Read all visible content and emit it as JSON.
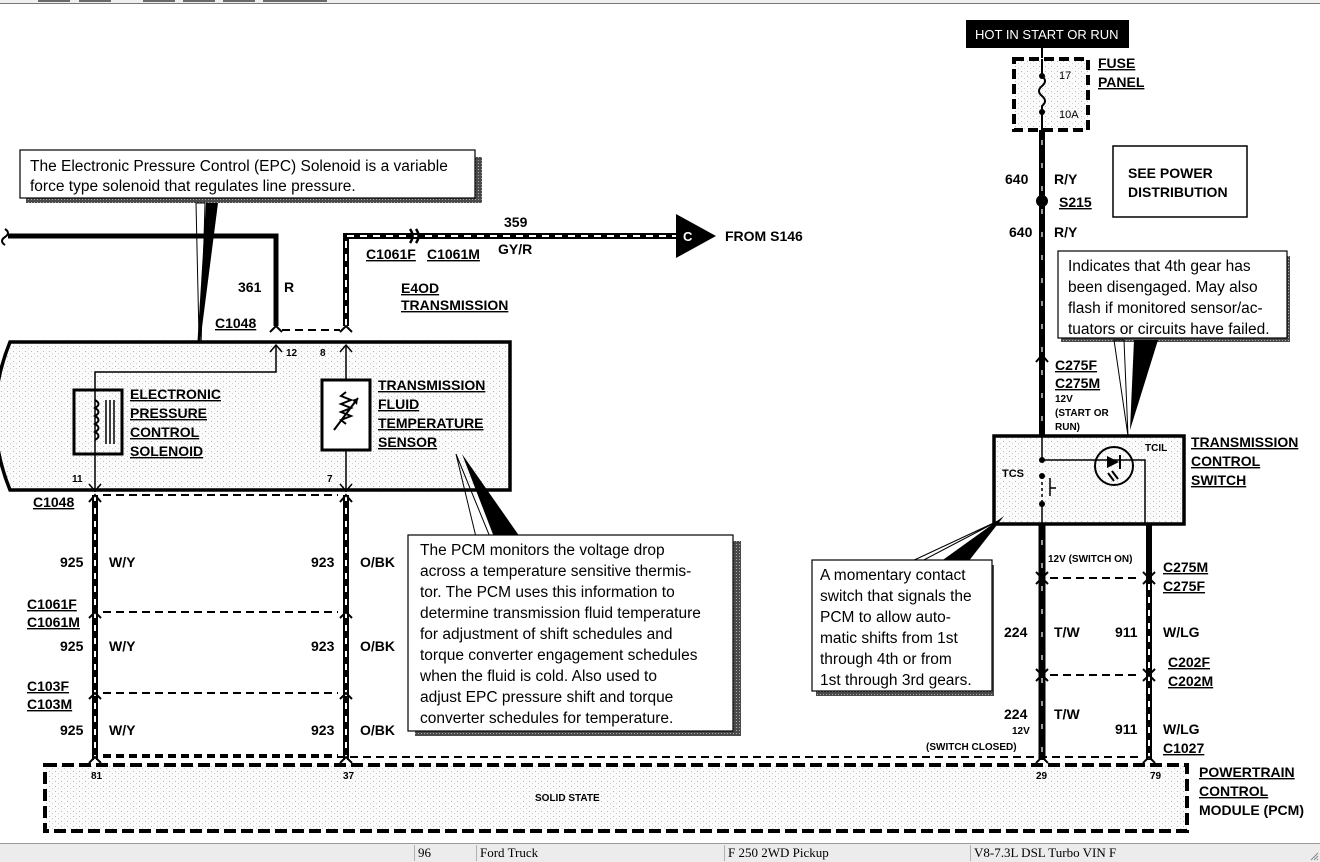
{
  "window": {
    "type": "wiring-diagram-viewer"
  },
  "diagram": {
    "top_left": {
      "callout_epc": "The Electronic Pressure Control (EPC) Solenoid is a variable force type solenoid that regulates line pressure.",
      "callout_epc_lines": [
        "The Electronic Pressure Control (EPC) Solenoid is a variable",
        "force type solenoid that regulates line pressure."
      ],
      "wire_361": {
        "circuit": "361",
        "color": "R"
      },
      "wire_359": {
        "circuit": "359",
        "color": "GY/R"
      },
      "connector_c1048_top": "C1048",
      "connector_c1061f": "C1061F",
      "connector_c1061m": "C1061M",
      "component_e4od": [
        "E4OD",
        "TRANSMISSION"
      ],
      "connector_ref_letter": "C",
      "from_splice": "FROM S146"
    },
    "transmission_box": {
      "pins": {
        "p12": "12",
        "p8": "8",
        "p11": "11",
        "p7": "7"
      },
      "epc_label": [
        "ELECTRONIC",
        "PRESSURE",
        "CONTROL",
        "SOLENOID"
      ],
      "tft_label": [
        "TRANSMISSION",
        "FLUID",
        "TEMPERATURE",
        "SENSOR"
      ]
    },
    "left_harness": {
      "connector_c1048": "C1048",
      "segments": [
        {
          "left_circuit": "925",
          "left_color": "W/Y",
          "right_circuit": "923",
          "right_color": "O/BK"
        },
        {
          "left_circuit": "925",
          "left_color": "W/Y",
          "right_circuit": "923",
          "right_color": "O/BK"
        },
        {
          "left_circuit": "925",
          "left_color": "W/Y",
          "right_circuit": "923",
          "right_color": "O/BK"
        }
      ],
      "connectors": [
        [
          "C1061F",
          "C1061M"
        ],
        [
          "C103F",
          "C103M"
        ]
      ]
    },
    "callout_pcm": [
      "The PCM monitors the voltage drop",
      "across a temperature sensitive thermis-",
      "tor.  The PCM uses this information to",
      "determine transmission fluid temperature",
      "for adjustment of shift schedules and",
      "torque converter engagement schedules",
      "when the fluid is cold.  Also used to",
      "adjust EPC pressure shift and torque",
      "converter schedules for temperature."
    ],
    "power": {
      "hot_label": "HOT IN START OR RUN",
      "fuse_number": "17",
      "fuse_rating": "10A",
      "fuse_panel": [
        "FUSE",
        "PANEL"
      ],
      "see_power": [
        "SEE POWER",
        "DISTRIBUTION"
      ],
      "wire_640a": {
        "circuit": "640",
        "color": "R/Y"
      },
      "splice": "S215",
      "wire_640b": {
        "circuit": "640",
        "color": "R/Y"
      }
    },
    "callout_tcil": [
      "Indicates that 4th gear has",
      "been disengaged. May also",
      "flash if monitored sensor/ac-",
      "tuators or circuits have failed."
    ],
    "tcs": {
      "connector_top": [
        "C275F",
        "C275M"
      ],
      "voltage_note": [
        "12V",
        "(START OR",
        "RUN)"
      ],
      "tcs_label": "TCS",
      "tcil_label": "TCIL",
      "component_label": [
        "TRANSMISSION",
        "CONTROL",
        "SWITCH"
      ],
      "switch_on_note": "12V (SWITCH  ON)",
      "connector_mid": [
        "C275M",
        "C275F"
      ],
      "wire_224a": {
        "circuit": "224",
        "color": "T/W"
      },
      "wire_911a": {
        "circuit": "911",
        "color": "W/LG"
      },
      "connector_c202": [
        "C202F",
        "C202M"
      ],
      "wire_224b": {
        "circuit": "224",
        "color": "T/W"
      },
      "switch_closed_note": [
        "12V",
        "(SWITCH  CLOSED)"
      ],
      "wire_911b": {
        "circuit": "911",
        "color": "W/LG"
      },
      "connector_c1027": "C1027"
    },
    "callout_tcs": [
      "A momentary contact",
      "switch that signals the",
      "PCM to allow auto-",
      "matic shifts from 1st",
      "through 4th or from",
      "1st through 3rd gears."
    ],
    "pcm": {
      "pins": [
        "81",
        "37",
        "29",
        "79"
      ],
      "center_label": "SOLID STATE",
      "component_label": [
        "POWERTRAIN",
        "CONTROL",
        "MODULE (PCM)"
      ]
    }
  },
  "statusbar": {
    "year": "96",
    "make": "Ford Truck",
    "model": "F 250 2WD Pickup",
    "engine": "V8-7.3L DSL Turbo VIN F"
  }
}
